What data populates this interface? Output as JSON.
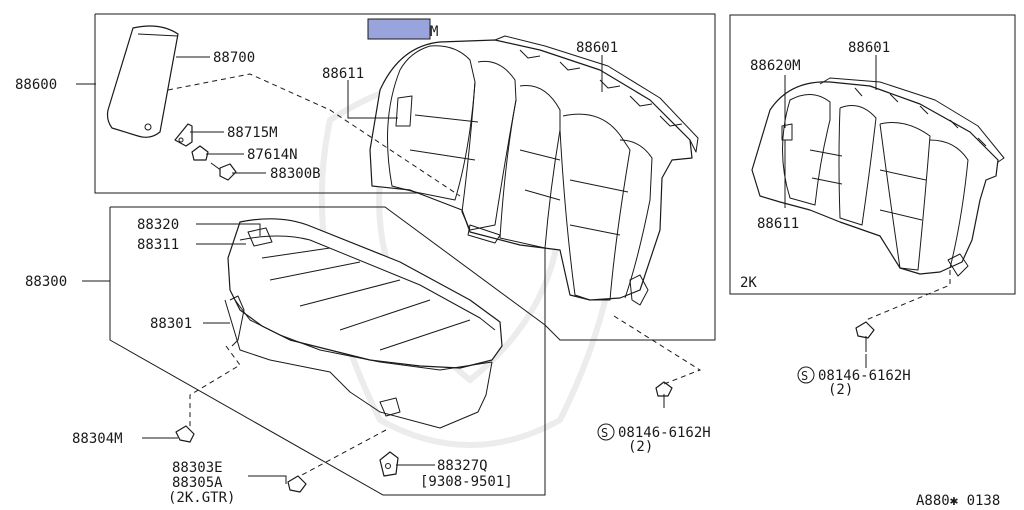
{
  "labels": {
    "p88600": "88600",
    "p88700": "88700",
    "p88715M": "88715M",
    "p87614N": "87614N",
    "p88300B": "88300B",
    "p88611_main": "88611",
    "p88601_main": "88601",
    "p88320": "88320",
    "p88311": "88311",
    "p88300": "88300",
    "p88301": "88301",
    "p88304M": "88304M",
    "p88303E": "88303E",
    "p88305A": "88305A",
    "p88305A_note": "(2K.GTR)",
    "p88327Q": "88327Q",
    "p88327Q_range": "[9308-9501]",
    "bolt_main": "08146-6162H",
    "bolt_main_qty": "(2)",
    "p88601_2k": "88601",
    "p88620M": "88620M",
    "p88611_2k": "88611",
    "variant_2k": "2K",
    "bolt_2k": "08146-6162H",
    "bolt_2k_qty": "(2)",
    "bolt_symbol": "S",
    "redacted_suffix": "M",
    "figure_code": "A880✱ 0138"
  },
  "colors": {
    "line": "#1a1a1a",
    "redaction_fill": "#9aa4dc",
    "redaction_stroke": "#1a1a1a",
    "background": "#ffffff"
  }
}
